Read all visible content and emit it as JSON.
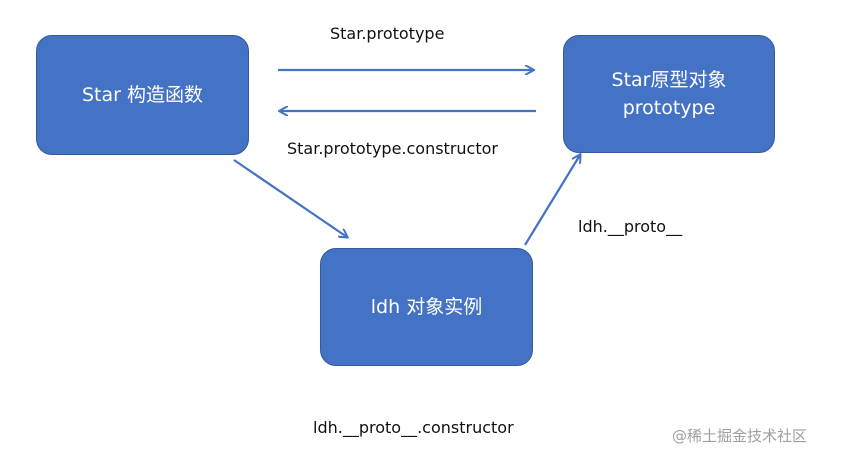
{
  "boxes": {
    "constructor": {
      "line1": "Star 构造函数"
    },
    "prototype": {
      "line1": "Star原型对象",
      "line2": "prototype"
    },
    "instance": {
      "line1": "ldh 对象实例"
    }
  },
  "labels": {
    "star_prototype": "Star.prototype",
    "star_prototype_constructor": "Star.prototype.constructor",
    "ldh_proto": "ldh.__proto__",
    "ldh_proto_constructor": "ldh.__proto__.constructor"
  },
  "watermark": "@稀土掘金技术社区",
  "colors": {
    "box_fill": "#4472c4",
    "arrow": "#4472c4",
    "text": "#111111"
  }
}
